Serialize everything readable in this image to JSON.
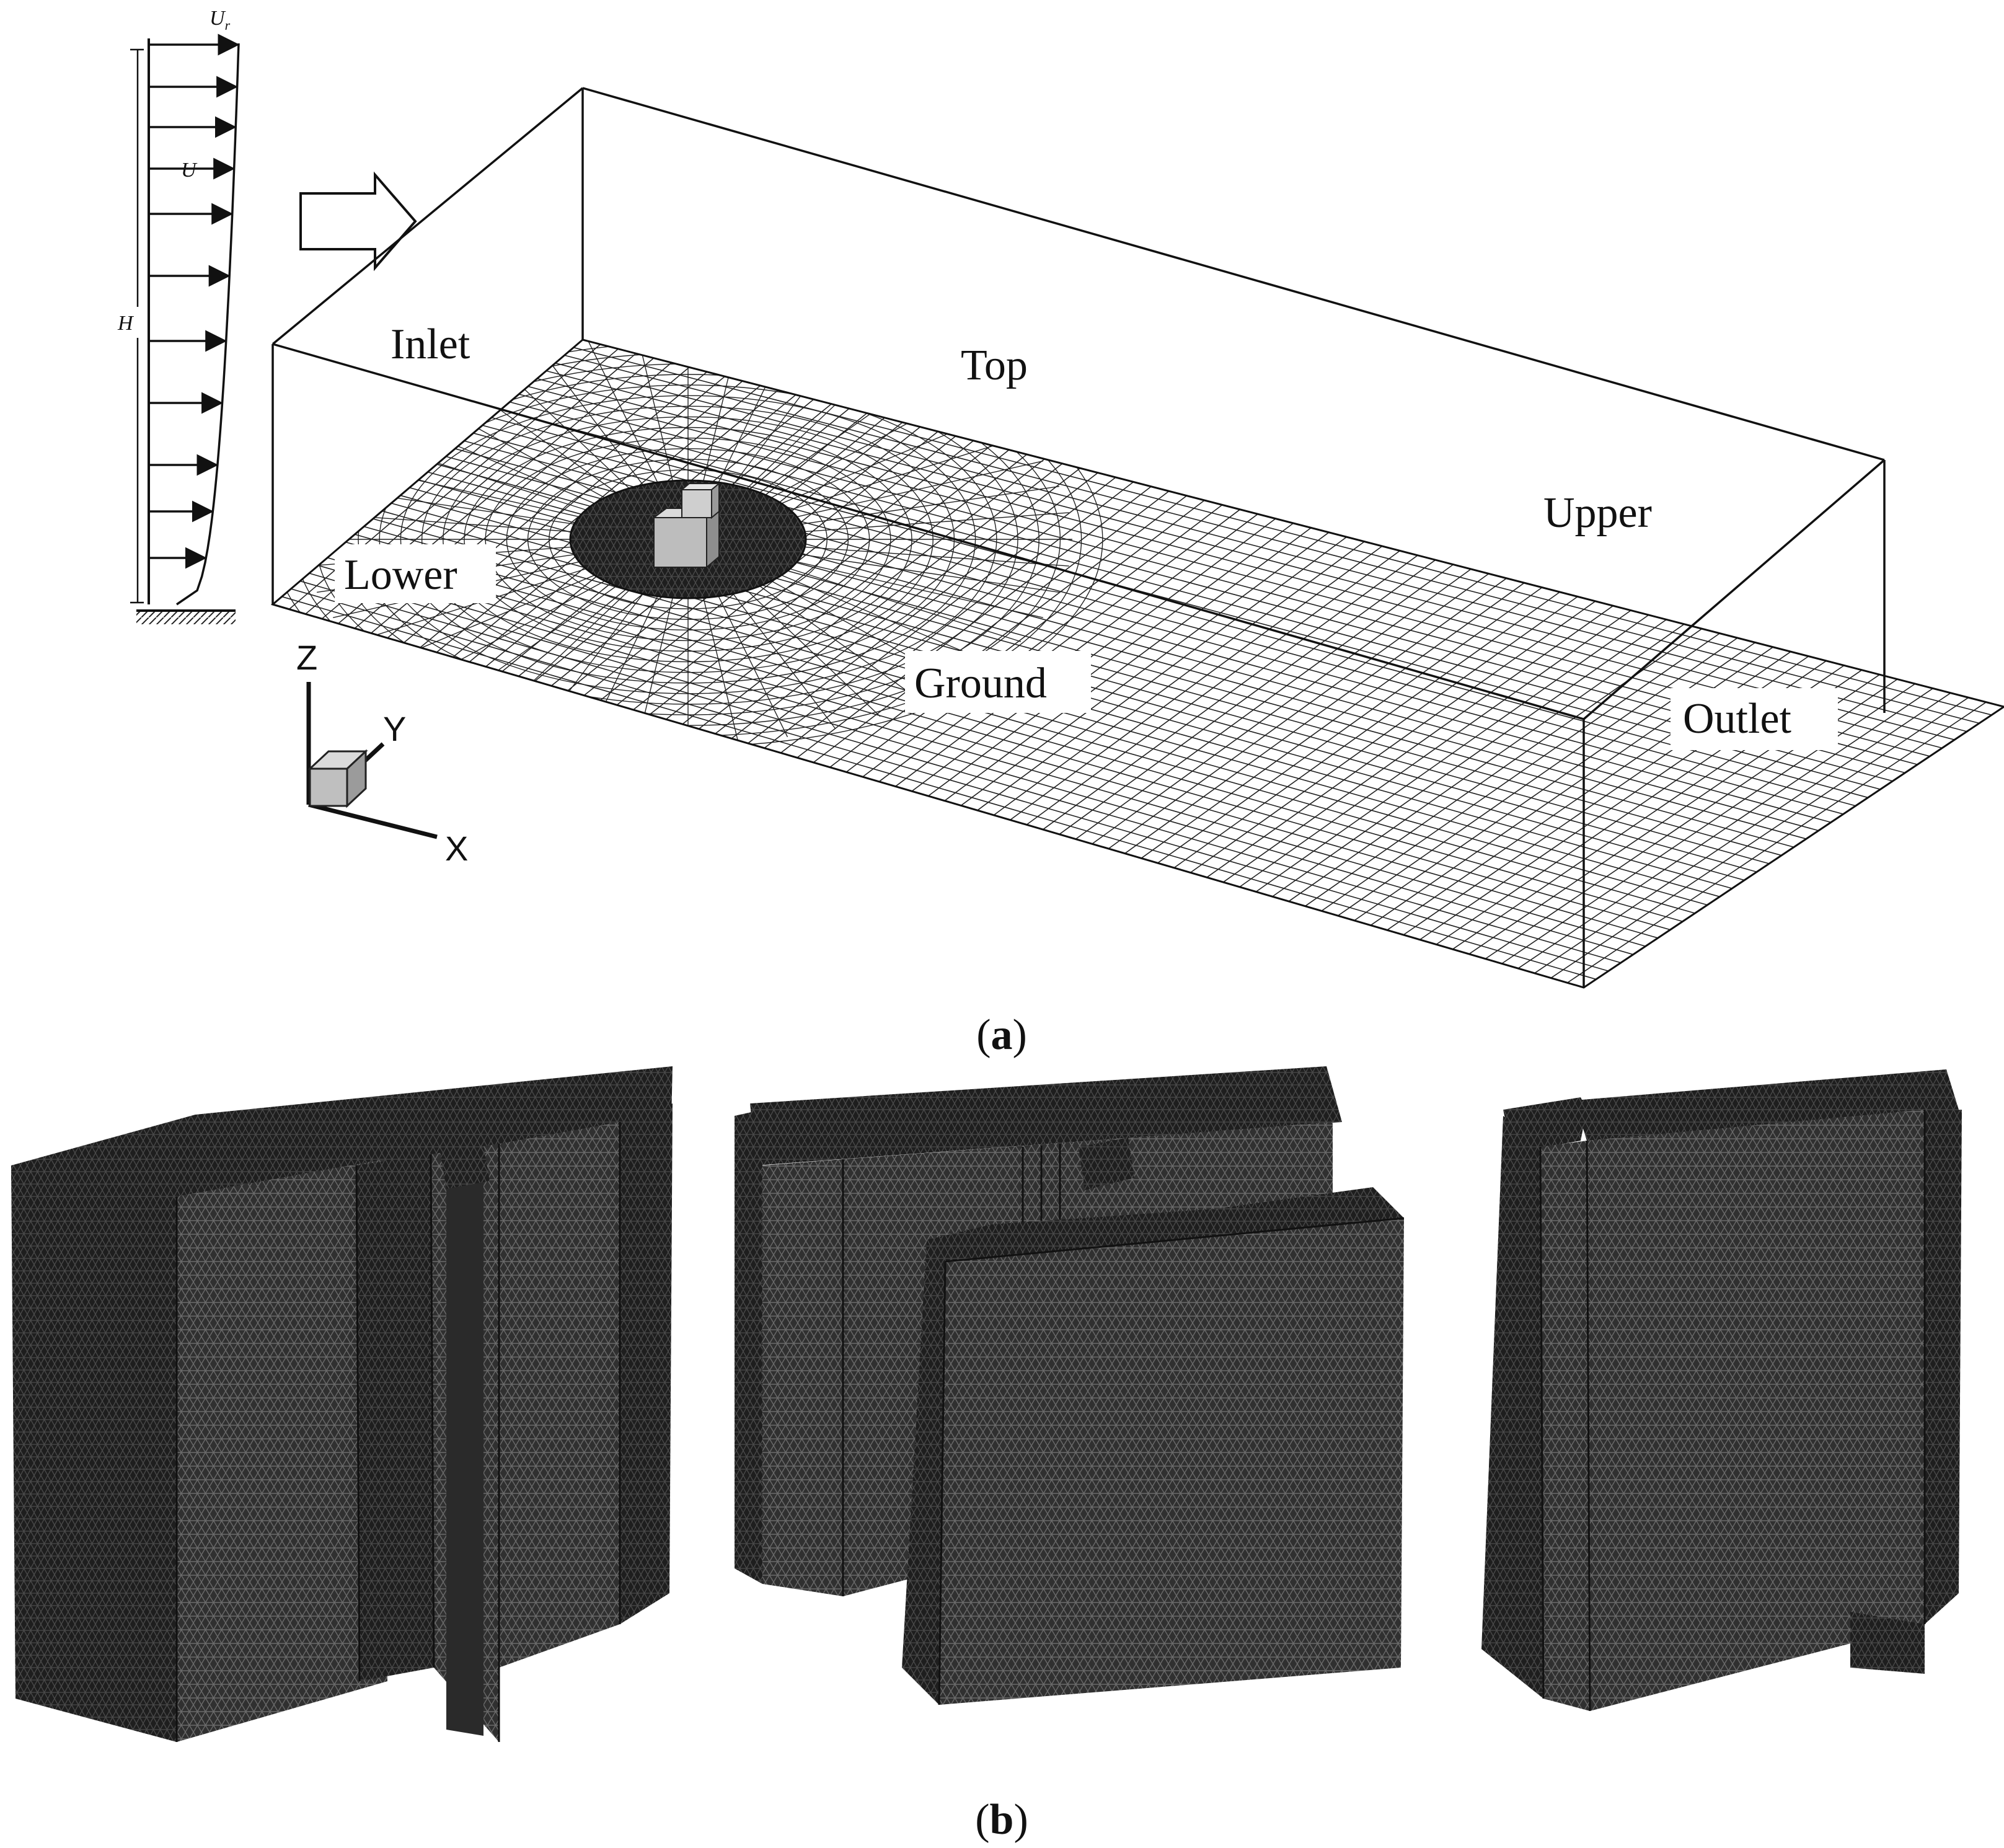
{
  "panel_a": {
    "profile": {
      "u_ref": "U",
      "u_ref_sub": "r",
      "u": "U",
      "h": "H"
    },
    "regions": {
      "inlet": "Inlet",
      "top": "Top",
      "upper": "Upper",
      "lower": "Lower",
      "ground": "Ground",
      "outlet": "Outlet"
    },
    "axes": {
      "z": "Z",
      "y": "Y",
      "x": "X"
    },
    "caption": {
      "open": "(",
      "letter": "a",
      "close": ")"
    }
  },
  "panel_b": {
    "caption": {
      "open": "(",
      "letter": "b",
      "close": ")"
    }
  },
  "colors": {
    "mesh_dark": "#262626",
    "mesh_mid": "#3a3a3a",
    "mesh_light": "#4a4a4a",
    "block_light": "#c8c8c8",
    "line": "#111111"
  }
}
